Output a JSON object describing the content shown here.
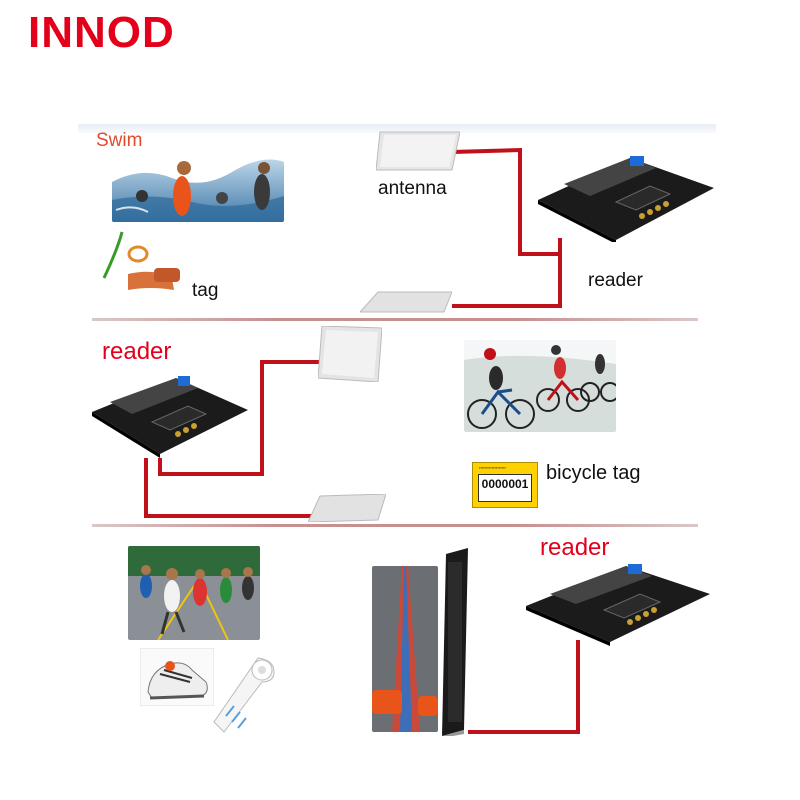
{
  "brand": {
    "name": "INNOD",
    "color": "#e3001b"
  },
  "section_swim": {
    "title": "Swim",
    "antenna_label": "antenna",
    "tag_label": "tag",
    "reader_label": "reader"
  },
  "section_bicycle": {
    "reader_label": "reader",
    "bicycle_tag_label": "bicycle tag",
    "tag_number": "0000001"
  },
  "section_running": {
    "reader_label": "reader"
  },
  "colors": {
    "wire": "#c0101a",
    "accent_red": "#e3001b",
    "divider": "#c98f8f"
  },
  "icons": [
    "reader-board-icon",
    "antenna-panel-icon",
    "wristband-tag-icon",
    "bicycle-tag-icon",
    "shoe-tag-icon",
    "label-roll-icon",
    "mat-antenna-icon"
  ]
}
